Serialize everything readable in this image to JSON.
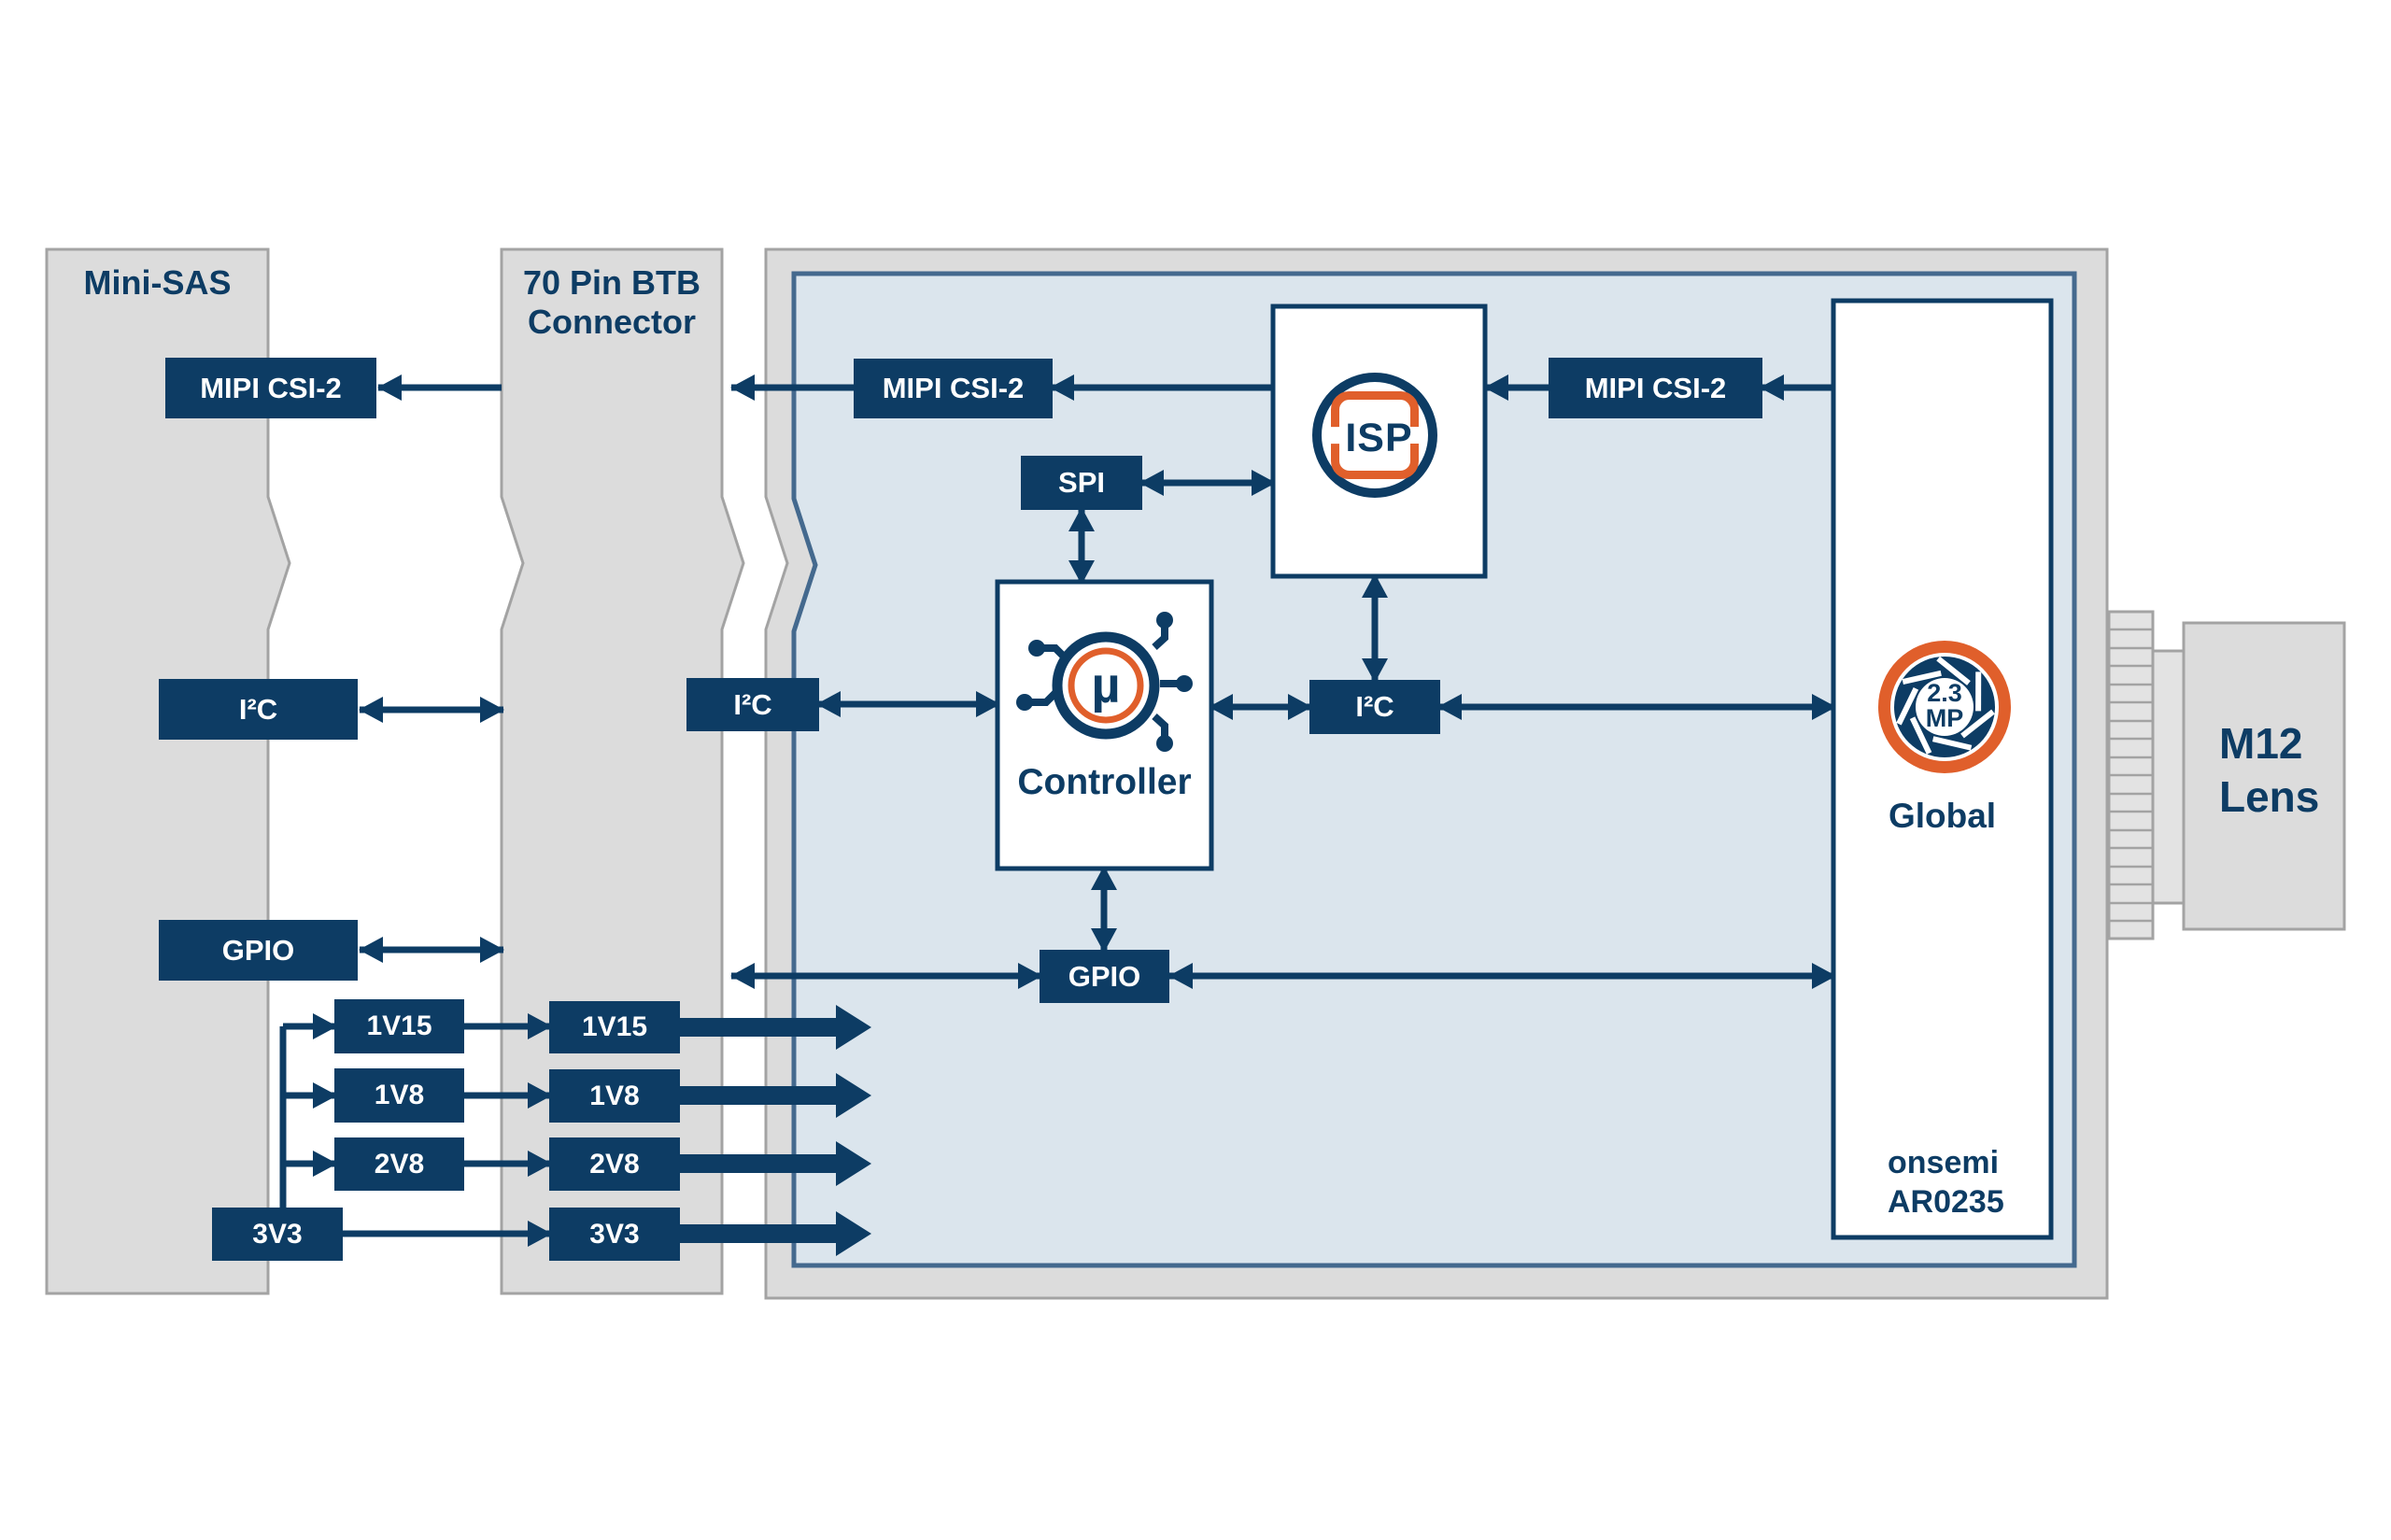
{
  "colors": {
    "navy": "#0d3c64",
    "orange": "#e05f2b",
    "board_fill": "#dbe5ed",
    "board_border": "#44698e",
    "block_fill": "#dcdcdc",
    "block_border": "#a3a3a3",
    "white": "#ffffff"
  },
  "connectors": {
    "mini_sas": {
      "title": "Mini-SAS"
    },
    "btb": {
      "title_line1": "70 Pin BTB",
      "title_line2": "Connector"
    }
  },
  "lens": {
    "line1": "M12",
    "line2": "Lens"
  },
  "boxes": {
    "mipi_sas": "MIPI CSI-2",
    "mipi_board_left": "MIPI CSI-2",
    "mipi_board_right": "MIPI CSI-2",
    "spi": "SPI",
    "i2c_sas": "I²C",
    "i2c_edge": "I²C",
    "i2c_mid": "I²C",
    "gpio_sas": "GPIO",
    "gpio_board": "GPIO",
    "rail_1v15_sas": "1V15",
    "rail_1v8_sas": "1V8",
    "rail_2v8_sas": "2V8",
    "rail_3v3_sas": "3V3",
    "rail_1v15_btb": "1V15",
    "rail_1v8_btb": "1V8",
    "rail_2v8_btb": "2V8",
    "rail_3v3_btb": "3V3"
  },
  "components": {
    "isp": {
      "label": "ISP"
    },
    "controller": {
      "label": "Controller",
      "mu": "µ"
    },
    "sensor": {
      "mp_line1": "2.3",
      "mp_line2": "MP",
      "shutter_type": "Global",
      "vendor": "onsemi",
      "part": "AR0235"
    }
  }
}
